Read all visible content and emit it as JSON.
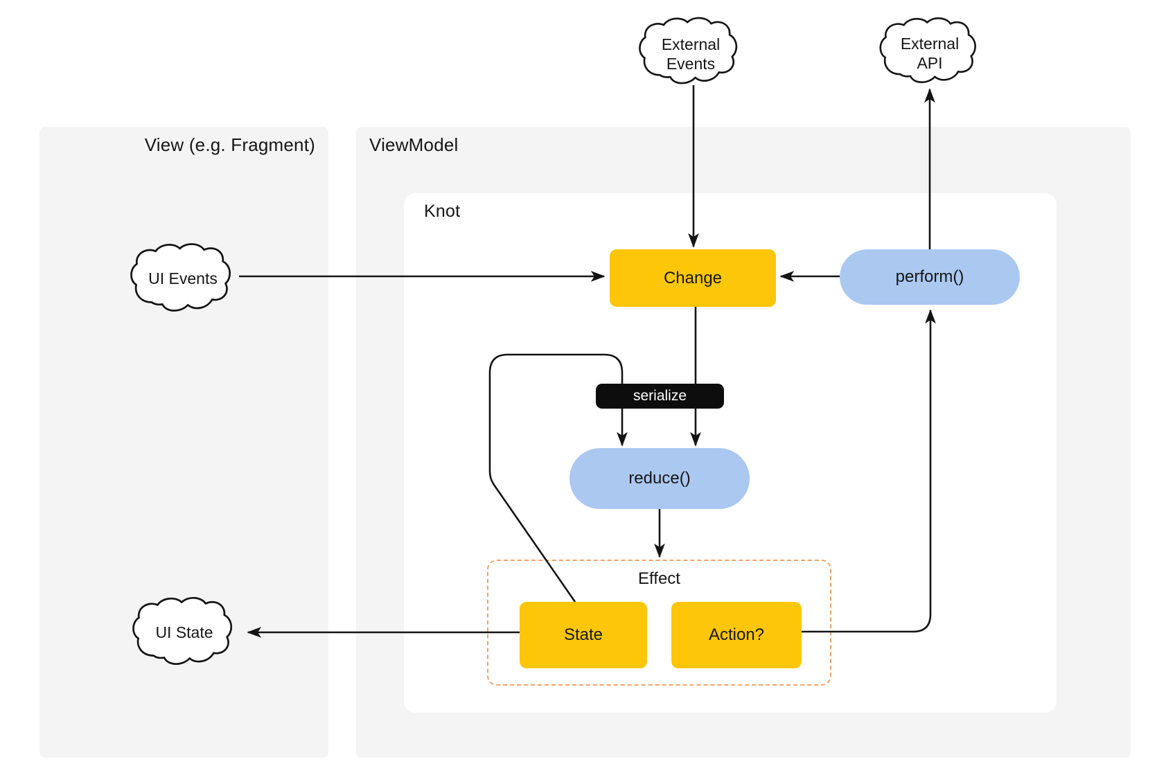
{
  "diagram": {
    "panels": {
      "view": {
        "title": "View (e.g. Fragment)"
      },
      "viewmodel": {
        "title": "ViewModel"
      },
      "knot": {
        "title": "Knot"
      }
    },
    "clouds": {
      "external_events": {
        "line1": "External",
        "line2": "Events"
      },
      "external_api": {
        "line1": "External",
        "line2": "API"
      },
      "ui_events": {
        "label": "UI Events"
      },
      "ui_state": {
        "label": "UI State"
      }
    },
    "nodes": {
      "change": {
        "label": "Change"
      },
      "perform": {
        "label": "perform()"
      },
      "serialize": {
        "label": "serialize"
      },
      "reduce": {
        "label": "reduce()"
      },
      "effect": {
        "label": "Effect"
      },
      "state": {
        "label": "State"
      },
      "action": {
        "label": "Action?"
      }
    },
    "colors": {
      "accent_yellow": "#FDC608",
      "accent_blue": "#ABC8F1",
      "effect_dash": "#F5A168",
      "panel_gray": "#F4F4F4",
      "serialize_black": "#0D0D0D",
      "ink": "#161616"
    }
  }
}
